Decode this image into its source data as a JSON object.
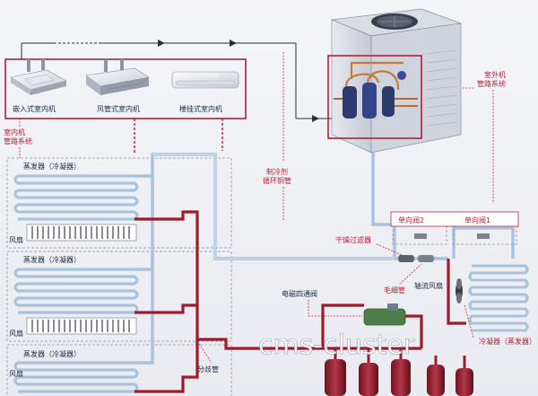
{
  "indoor_units": {
    "cassette_label": "嵌入式室内机",
    "duct_label": "风管式室内机",
    "wall_label": "楼挂式室内机",
    "system_label_line1": "室内机",
    "system_label_line2": "管路系统"
  },
  "outdoor_unit": {
    "system_label_line1": "室外机",
    "system_label_line2": "管路系统"
  },
  "refrigerant_pipe": {
    "label_line1": "制冷剂",
    "label_line2": "循环铜管"
  },
  "evaporator_panels": [
    {
      "coil_label": "蒸发器（冷凝器）",
      "fan_label": "风扇"
    },
    {
      "coil_label": "蒸发器（冷凝器）",
      "fan_label": "风扇"
    },
    {
      "coil_label": "蒸发器（冷凝器）",
      "fan_label": "风扇"
    }
  ],
  "components": {
    "check_valve_2": "单向阀2",
    "check_valve_1": "单向阀1",
    "dry_filter": "干燥过滤器",
    "capillary": "毛细管",
    "axial_fan": "轴流风扇",
    "four_way_valve": "电磁四通阀",
    "branch_pipe": "分歧管",
    "condenser": "冷凝器（蒸发器）"
  },
  "watermark": "cms-cluster",
  "colors": {
    "frame_red": "#b0213a",
    "liquid_pipe_blue": "#a9c3dc",
    "gas_pipe_red": "#9c1c2e",
    "annotation_red": "#c1253f"
  }
}
